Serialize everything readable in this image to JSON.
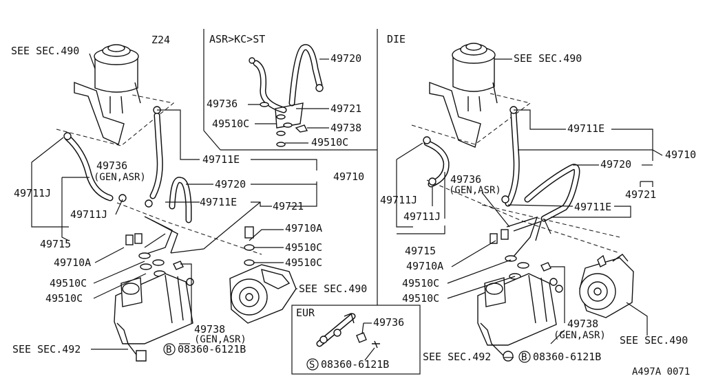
{
  "sections": {
    "z24": "Z24",
    "asr": "ASR>KC>ST",
    "die": "DIE",
    "eur": "EUR"
  },
  "left": {
    "see_490": "SEE SEC.490",
    "p49711E_a": "49711E",
    "p49710": "49710",
    "p49736": "49736",
    "gen_asr_a": "(GEN,ASR)",
    "p49720": "49720",
    "p49711E_b": "49711E",
    "p49721": "49721",
    "p49711J_a": "49711J",
    "p49711J_b": "49711J",
    "p49715": "49715",
    "p49710A_a": "49710A",
    "p49710A_b": "49710A",
    "p49510C_a": "49510C",
    "p49510C_b": "49510C",
    "p49510C_c": "49510C",
    "p49510C_d": "49510C",
    "see_490_pump": "SEE SEC.490",
    "p49738": "49738",
    "gen_asr_b": "(GEN,ASR)",
    "see_492": "SEE SEC.492",
    "bolt": "08360-6121B",
    "bolt_symbol": "B"
  },
  "asr": {
    "p49720": "49720",
    "p49736": "49736",
    "p49721": "49721",
    "p49510C_a": "49510C",
    "p49738": "49738",
    "p49510C_b": "49510C"
  },
  "right": {
    "see_490": "SEE SEC.490",
    "p49711E_a": "49711E",
    "p49710": "49710",
    "p49720": "49720",
    "p49736": "49736",
    "gen_asr_a": "(GEN,ASR)",
    "p49721": "49721",
    "p49711E_b": "49711E",
    "p49711J_a": "49711J",
    "p49711J_b": "49711J",
    "p49715": "49715",
    "p49710A": "49710A",
    "p49510C_a": "49510C",
    "p49510C_b": "49510C",
    "p49738": "49738",
    "gen_asr_b": "(GEN,ASR)",
    "see_490_pump": "SEE SEC.490",
    "see_492": "SEE SEC.492",
    "bolt": "08360-6121B",
    "bolt_symbol": "B"
  },
  "eur": {
    "p49736": "49736",
    "screw": "08360-6121B",
    "screw_symbol": "S"
  },
  "figure_code": "A497A 0071"
}
